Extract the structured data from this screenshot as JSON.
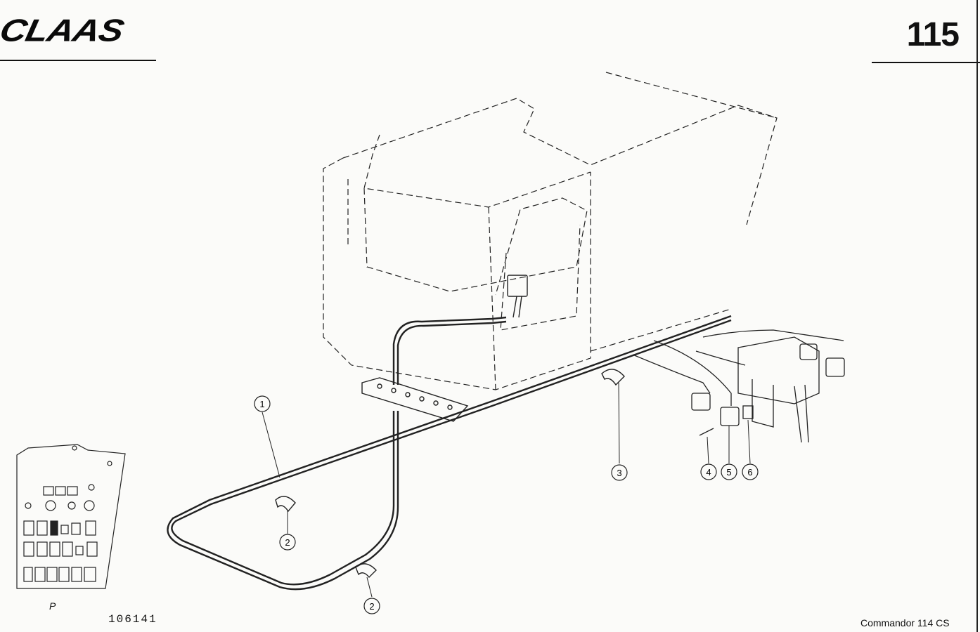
{
  "header": {
    "brand": "CLAAS",
    "page_number": "115"
  },
  "footer": {
    "drawing_number": "106141",
    "model": "Commandor 114 CS",
    "panel_label": "P"
  },
  "callouts": [
    {
      "id": "callout-1",
      "label": "1"
    },
    {
      "id": "callout-2a",
      "label": "2"
    },
    {
      "id": "callout-2b",
      "label": "2"
    },
    {
      "id": "callout-3",
      "label": "3"
    },
    {
      "id": "callout-4",
      "label": "4"
    },
    {
      "id": "callout-5",
      "label": "5"
    },
    {
      "id": "callout-6",
      "label": "6"
    }
  ]
}
